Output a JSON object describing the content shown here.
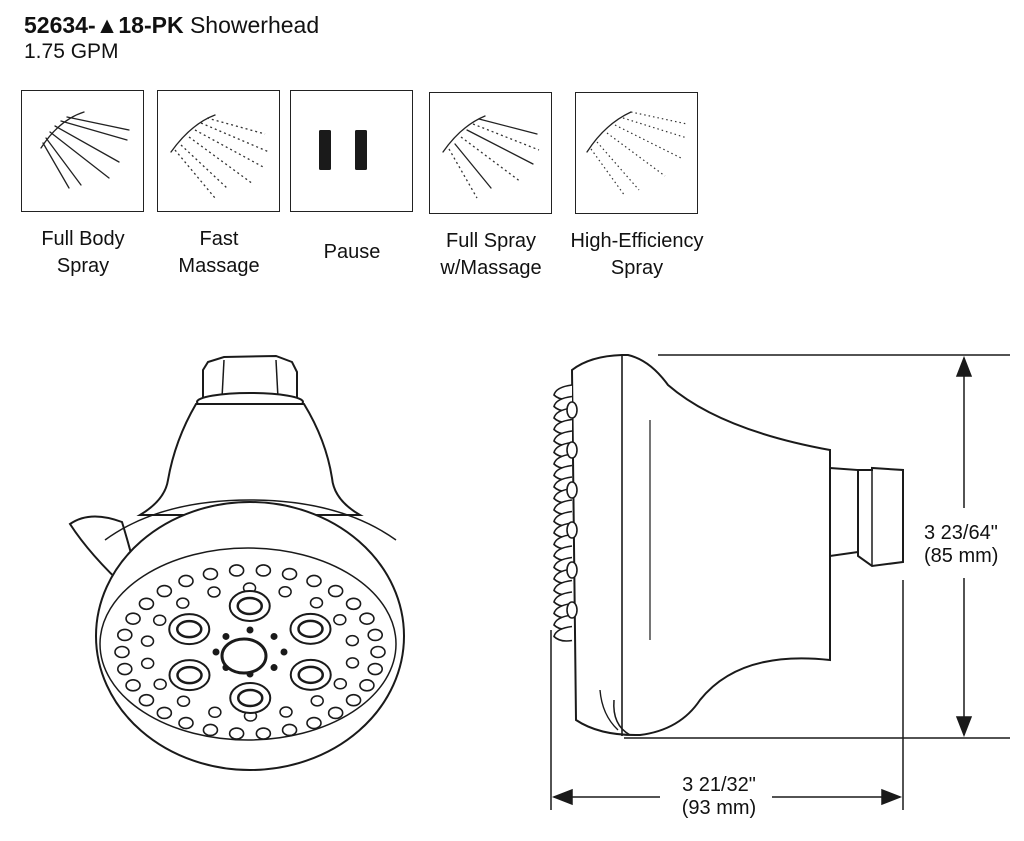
{
  "header": {
    "model": "52634-▲18-PK",
    "product": "Showerhead",
    "flow_rate": "1.75 GPM"
  },
  "spray_modes": [
    {
      "id": "full-body",
      "label": "Full Body\nSpray",
      "icon": "full-body-spray-icon"
    },
    {
      "id": "fast-massage",
      "label": "Fast\nMassage",
      "icon": "fast-massage-icon"
    },
    {
      "id": "pause",
      "label": "Pause",
      "icon": "pause-icon"
    },
    {
      "id": "full-spray-massage",
      "label": "Full Spray\nw/Massage",
      "icon": "full-spray-massage-icon"
    },
    {
      "id": "high-efficiency",
      "label": "High-Efficiency\nSpray",
      "icon": "high-efficiency-spray-icon"
    }
  ],
  "dimensions": {
    "height_in": "3 23/64\"",
    "height_mm": "(85 mm)",
    "width_in": "3 21/32\"",
    "width_mm": "(93 mm)"
  }
}
